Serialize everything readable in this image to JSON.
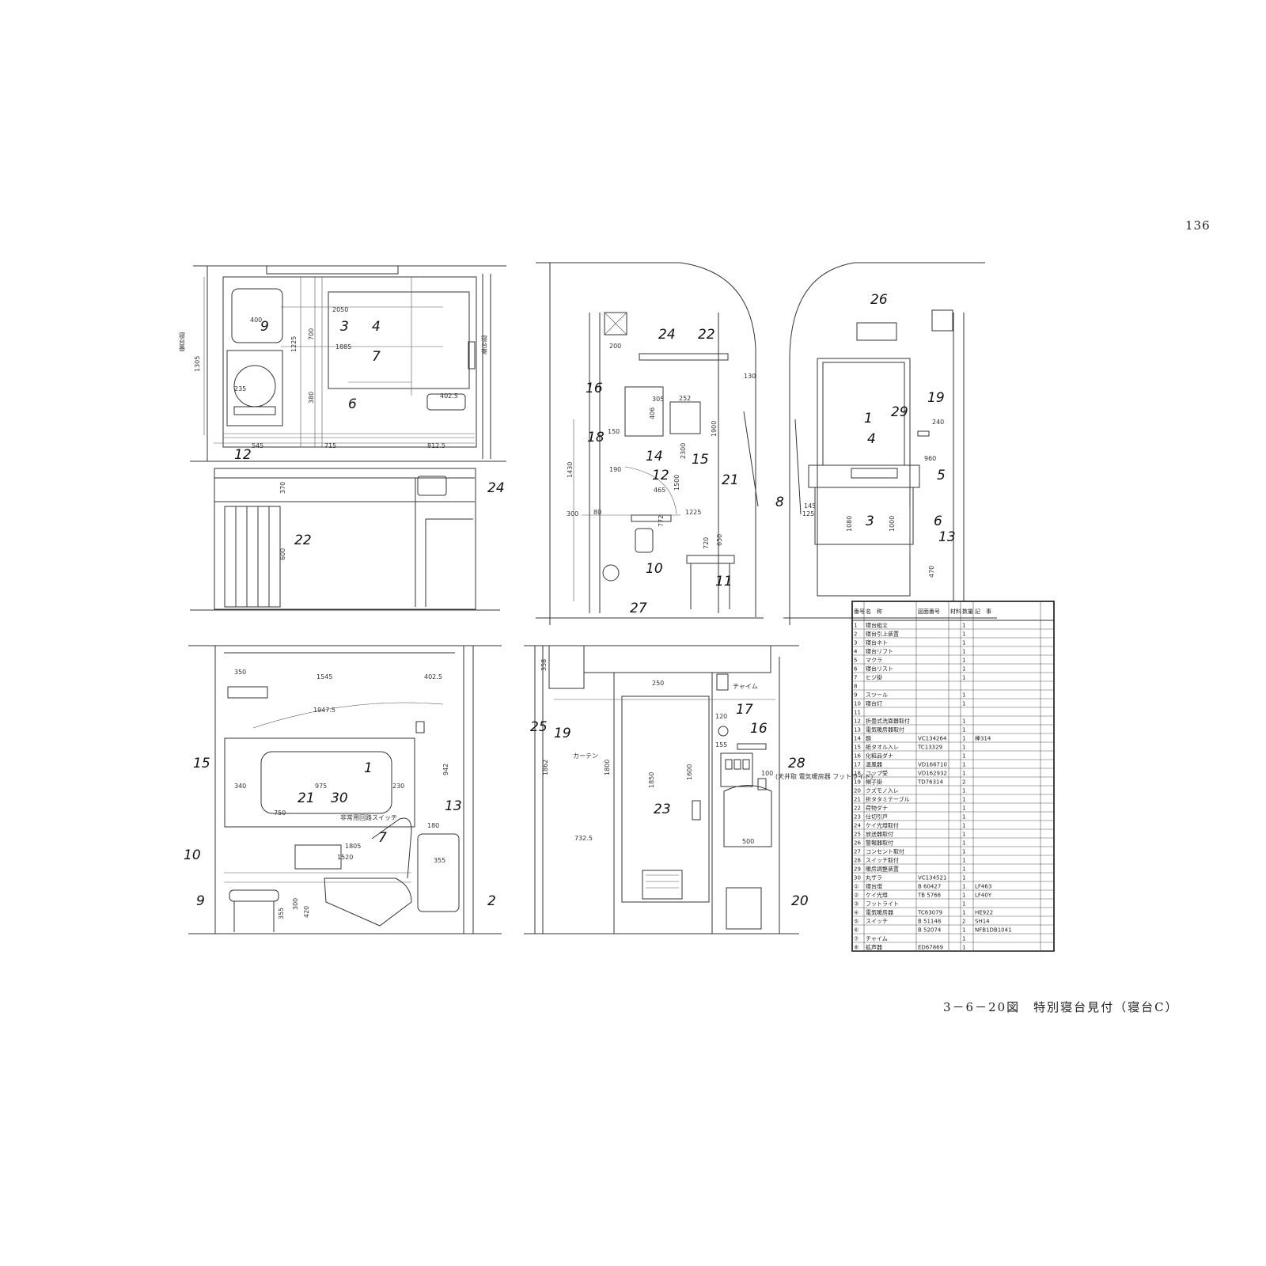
{
  "page_number": "136",
  "caption": "3－6－20図　特別寝台見付（寝台C）",
  "callouts": [
    "1",
    "2",
    "3",
    "4",
    "5",
    "6",
    "7",
    "8",
    "9",
    "10",
    "11",
    "12",
    "13",
    "14",
    "15",
    "16",
    "17",
    "18",
    "19",
    "20",
    "21",
    "22",
    "23",
    "24",
    "25",
    "26",
    "27",
    "28",
    "29",
    "30"
  ],
  "dimensions": [
    "1305",
    "2050",
    "1885",
    "400",
    "700",
    "1225",
    "380",
    "235",
    "545",
    "715",
    "812.5",
    "402.5",
    "370",
    "600",
    "200",
    "305",
    "406",
    "252",
    "150",
    "190",
    "465",
    "300",
    "80",
    "1430",
    "1900",
    "2300",
    "1500",
    "772",
    "720",
    "650",
    "1225",
    "130",
    "145",
    "125",
    "960",
    "1080",
    "1000",
    "470",
    "240",
    "1545",
    "350",
    "402.5",
    "1947.5",
    "975",
    "230",
    "340",
    "750",
    "1520",
    "1805",
    "300",
    "355",
    "420",
    "180",
    "355",
    "942",
    "1862",
    "1800",
    "1850",
    "1600",
    "732.5",
    "500",
    "100",
    "250",
    "358",
    "120",
    "155"
  ],
  "annotations": [
    "寝台番",
    "寝台寄",
    "カーテン",
    "チャイム",
    "非常用回路スイッチ"
  ],
  "note_28": "(天井取 電気暖房器 フットライト)",
  "parts_table": {
    "headers": [
      "番号",
      "名　称",
      "図面番号",
      "材料",
      "数量",
      "記　事"
    ],
    "rows": [
      [
        "1",
        "寝台組立",
        "",
        "",
        "1",
        ""
      ],
      [
        "2",
        "寝台引上装置",
        "",
        "",
        "1",
        ""
      ],
      [
        "3",
        "寝台ネト",
        "",
        "",
        "1",
        ""
      ],
      [
        "4",
        "寝台リフト",
        "",
        "",
        "1",
        ""
      ],
      [
        "5",
        "マクラ",
        "",
        "",
        "1",
        ""
      ],
      [
        "6",
        "寝台リスト",
        "",
        "",
        "1",
        ""
      ],
      [
        "7",
        "ヒジ掛",
        "",
        "",
        "1",
        ""
      ],
      [
        "8",
        "",
        "",
        "",
        "",
        ""
      ],
      [
        "9",
        "スツール",
        "",
        "",
        "1",
        ""
      ],
      [
        "10",
        "寝台灯",
        "",
        "",
        "1",
        ""
      ],
      [
        "11",
        "",
        "",
        "",
        "",
        ""
      ],
      [
        "12",
        "折畳式洗面器取付",
        "",
        "",
        "1",
        ""
      ],
      [
        "13",
        "電気暖房器取付",
        "",
        "",
        "1",
        ""
      ],
      [
        "14",
        "鏡",
        "VC134264",
        "",
        "1",
        "棒314"
      ],
      [
        "15",
        "紙タオル入レ",
        "TC13329",
        "",
        "1",
        ""
      ],
      [
        "16",
        "化粧品ダナ",
        "",
        "",
        "1",
        ""
      ],
      [
        "17",
        "温風器",
        "VD166710",
        "",
        "1",
        ""
      ],
      [
        "18",
        "コップ受",
        "VD162932",
        "",
        "1",
        ""
      ],
      [
        "19",
        "帽子掛",
        "TD76314",
        "",
        "2",
        ""
      ],
      [
        "20",
        "クズモノ入レ",
        "",
        "",
        "1",
        ""
      ],
      [
        "21",
        "折タタミテーブル",
        "",
        "",
        "1",
        ""
      ],
      [
        "22",
        "荷物ダナ",
        "",
        "",
        "1",
        ""
      ],
      [
        "23",
        "仕切引戸",
        "",
        "",
        "1",
        ""
      ],
      [
        "24",
        "ケイ光燈取付",
        "",
        "",
        "1",
        ""
      ],
      [
        "25",
        "放送器取付",
        "",
        "",
        "1",
        ""
      ],
      [
        "26",
        "警報器取付",
        "",
        "",
        "1",
        ""
      ],
      [
        "27",
        "コンセント取付",
        "",
        "",
        "1",
        ""
      ],
      [
        "28",
        "スイッチ取付",
        "",
        "",
        "1",
        ""
      ],
      [
        "29",
        "暖房調整装置",
        "",
        "",
        "1",
        ""
      ],
      [
        "30",
        "丸ザラ",
        "VC134521",
        "",
        "1",
        ""
      ],
      [
        "①",
        "寝台燈",
        "B 60427",
        "",
        "1",
        "LF463"
      ],
      [
        "②",
        "ケイ光燈",
        "TB 5768",
        "",
        "1",
        "LF40Y"
      ],
      [
        "③",
        "フットライト",
        "",
        "",
        "1",
        ""
      ],
      [
        "④",
        "電気暖房器",
        "TC63079",
        "",
        "1",
        "HE922"
      ],
      [
        "⑤",
        "スイッチ",
        "B 51148",
        "",
        "2",
        "SH14"
      ],
      [
        "⑥",
        "",
        "B 52074",
        "",
        "1",
        "NFB1DB1041"
      ],
      [
        "⑦",
        "チャイム",
        "",
        "",
        "1",
        ""
      ],
      [
        "⑧",
        "拡声器",
        "ED67869",
        "",
        "1",
        ""
      ]
    ]
  }
}
